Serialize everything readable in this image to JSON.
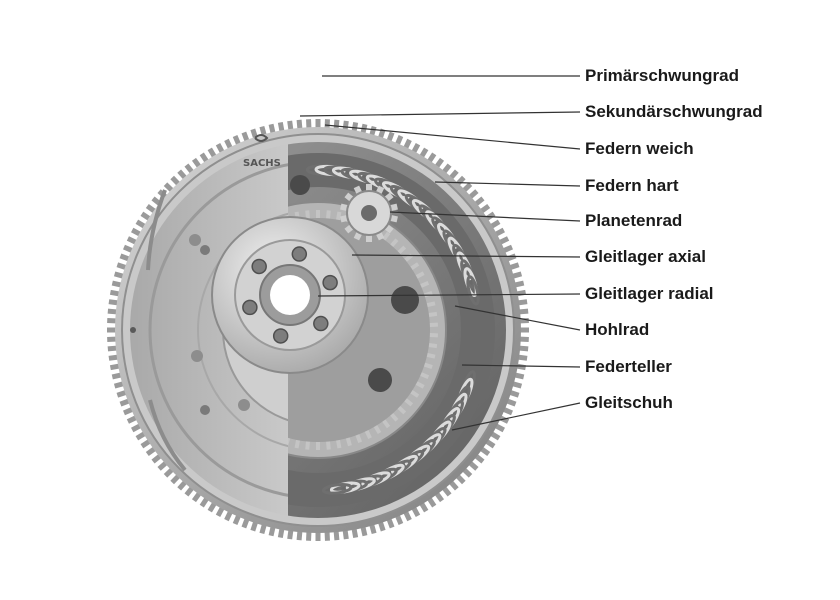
{
  "diagram": {
    "brand_logo_text": "SACHS",
    "labels": [
      "Primärschwungrad",
      "Sekundärschwungrad",
      "Federn weich",
      "Federn hart",
      "Planetenrad",
      "Gleitlager axial",
      "Gleitlager radial",
      "Hohlrad",
      "Federteller",
      "Gleitschuh"
    ]
  }
}
